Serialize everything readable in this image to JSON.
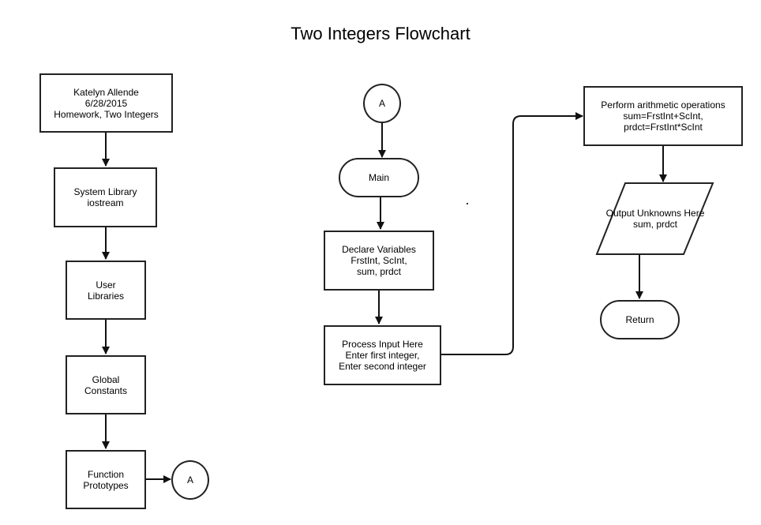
{
  "title": "Two Integers Flowchart",
  "nodes": {
    "header": [
      "Katelyn Allende",
      "6/28/2015",
      "Homework, Two Integers"
    ],
    "system_library": [
      "System Library",
      "iostream"
    ],
    "user_libraries": [
      "User",
      "Libraries"
    ],
    "global_constants": [
      "Global",
      "Constants"
    ],
    "function_prototypes": [
      "Function",
      "Prototypes"
    ],
    "connector_left": "A",
    "connector_top": "A",
    "main": "Main",
    "declare_variables": [
      "Declare Variables",
      "FrstInt, ScInt,",
      "sum, prdct"
    ],
    "process_input": [
      "Process Input Here",
      "Enter first integer,",
      "Enter second integer"
    ],
    "arithmetic": [
      "Perform arithmetic operations",
      "sum=FrstInt+ScInt,",
      "prdct=FrstInt*ScInt"
    ],
    "output": [
      "Output",
      "Unknowns Here",
      "sum, prdct"
    ],
    "return": "Return"
  },
  "colors": {
    "stroke": "#222222",
    "background": "#ffffff"
  }
}
